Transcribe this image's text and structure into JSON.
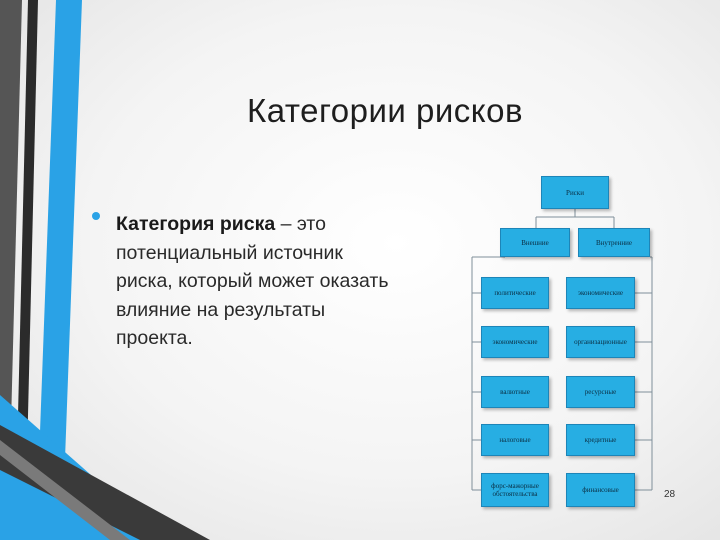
{
  "slide": {
    "title": "Категории рисков",
    "bullet": {
      "term": "Категория риска",
      "dash": " – ",
      "text": "это потенциальный источник риска, который может оказать влияние на результаты проекта."
    },
    "page_number": "28"
  },
  "diagram": {
    "root": "Риски",
    "branches": [
      {
        "label": "Внешние",
        "items": [
          "политические",
          "экономические",
          "валютные",
          "налоговые",
          "форс-мажорные обстоятельства"
        ]
      },
      {
        "label": "Внутренние",
        "items": [
          "экономические",
          "организационные",
          "ресурсные",
          "кредитные",
          "финансовые"
        ]
      }
    ]
  },
  "colors": {
    "box": "#27aee3",
    "accent_stripe": "#2aa2e6",
    "dark_stripe": "#555555"
  }
}
